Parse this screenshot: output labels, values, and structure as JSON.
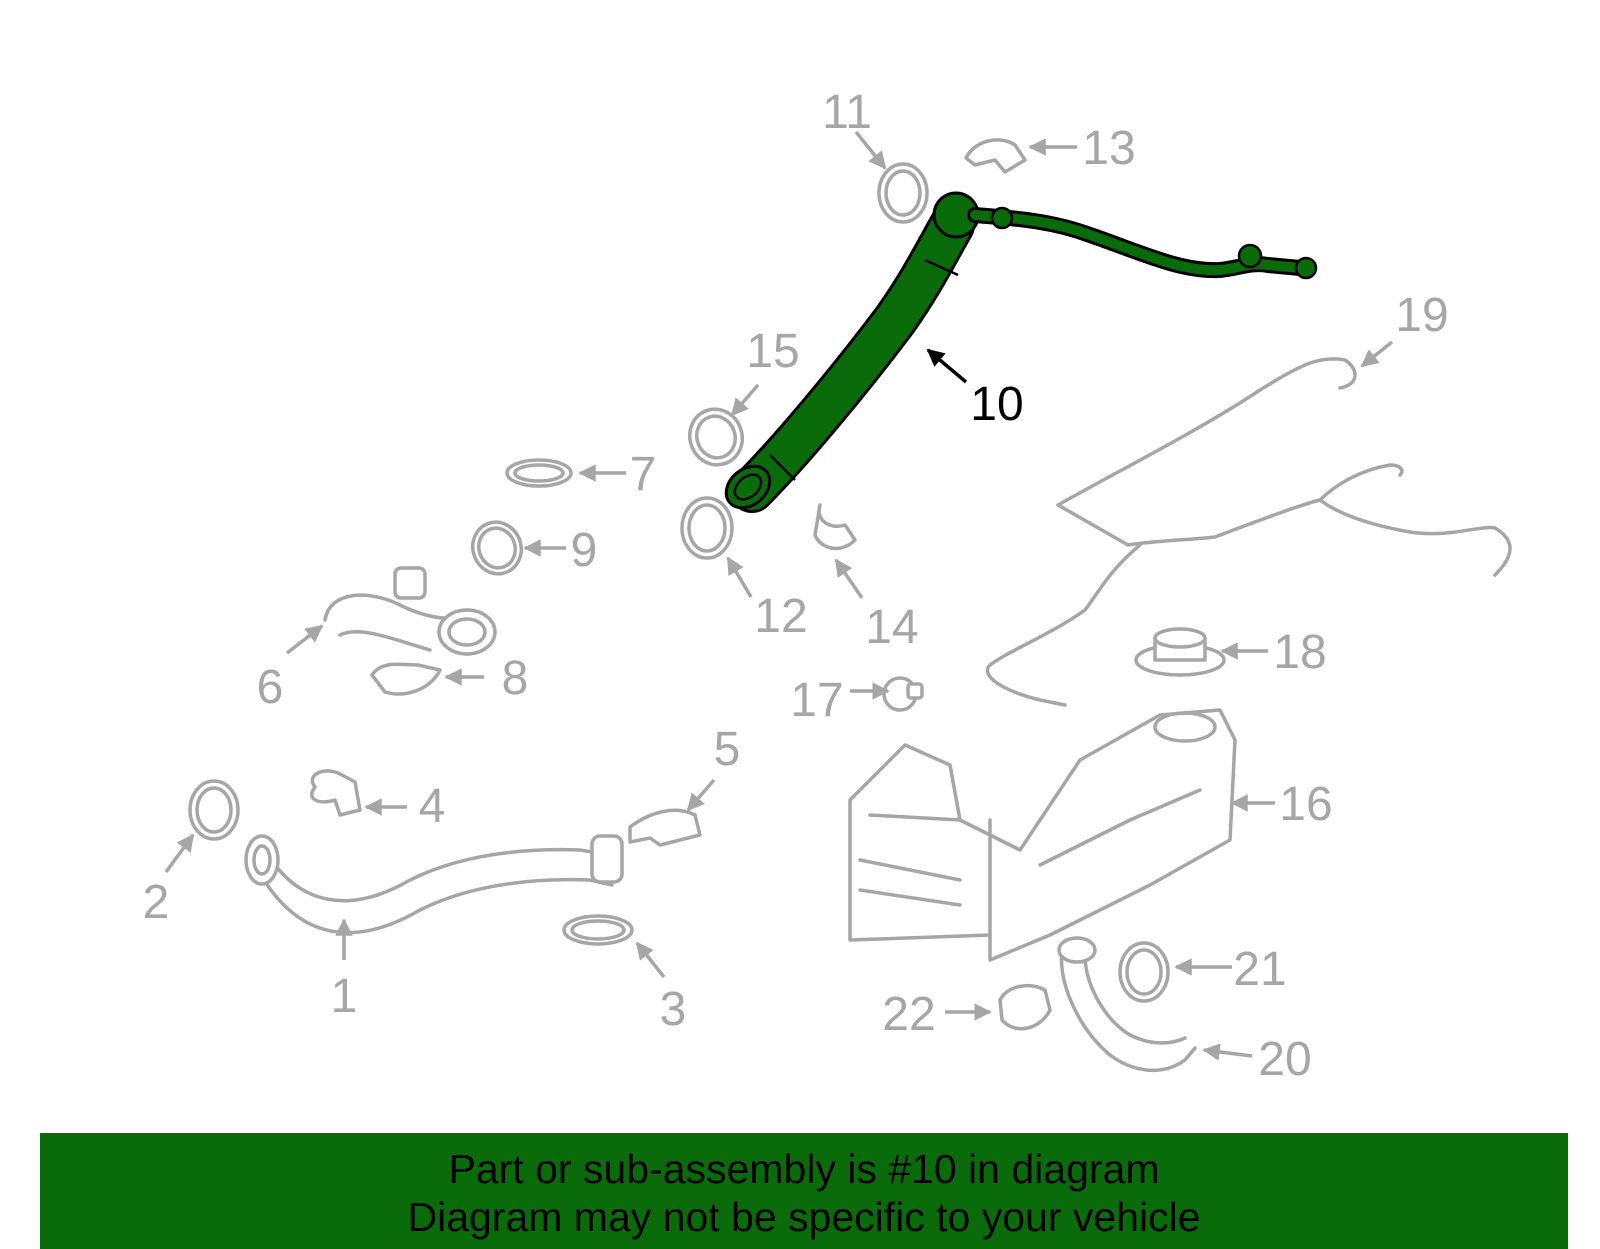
{
  "diagram": {
    "highlight_color": "#0a6b0a",
    "muted_color": "#a6a6a6",
    "highlighted_part": "10",
    "callouts": [
      "1",
      "2",
      "3",
      "4",
      "5",
      "6",
      "7",
      "8",
      "9",
      "10",
      "11",
      "12",
      "13",
      "14",
      "15",
      "16",
      "17",
      "18",
      "19",
      "20",
      "21",
      "22"
    ]
  },
  "banner": {
    "line1": "Part or sub-assembly is #10 in diagram",
    "line2": "Diagram may not be specific to your vehicle"
  }
}
